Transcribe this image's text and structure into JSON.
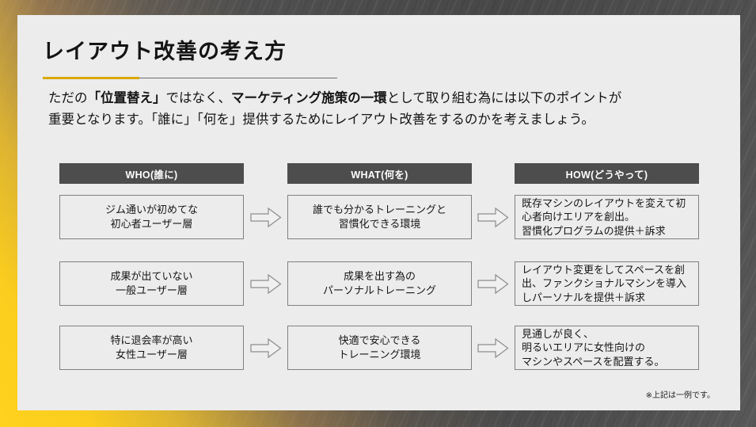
{
  "slide": {
    "title": "レイアウト改善の考え方",
    "intro": {
      "seg1": "ただの",
      "seg2": "「位置替え」",
      "seg3": "ではなく、",
      "seg4": "マーケティング施策の一環",
      "seg5": "として取り組む為には以下のポイントが",
      "seg6": "重要となります。「誰に」「何を」提供するためにレイアウト改善をするのかを考えましょう。"
    },
    "columns": {
      "who": "WHO(誰に)",
      "what": "WHAT(何を)",
      "how": "HOW(どうやって)"
    },
    "rows": [
      {
        "who": "ジム通いが初めてな\n初心者ユーザー層",
        "what": "誰でも分かるトレーニングと\n習慣化できる環境",
        "how": "既存マシンのレイアウトを変えて初\n心者向けエリアを創出。\n習慣化プログラムの提供＋訴求"
      },
      {
        "who": "成果が出ていない\n一般ユーザー層",
        "what": "成果を出す為の\nパーソナルトレーニング",
        "how": "レイアウト変更をしてスペースを創\n出、ファンクショナルマシンを導入\nしパーソナルを提供＋訴求"
      },
      {
        "who": "特に退会率が高い\n女性ユーザー層",
        "what": "快適で安心できる\nトレーニング環境",
        "how": "見通しが良く、\n明るいエリアに女性向けの\nマシンやスペースを配置する。"
      }
    ],
    "footnote": "※上記は一例です。",
    "colors": {
      "accent_gold": "#D9A900",
      "frame_yellow": "#FFD21E",
      "header_gray": "#4D4D4D",
      "card_bg": "#ECECEC"
    }
  }
}
